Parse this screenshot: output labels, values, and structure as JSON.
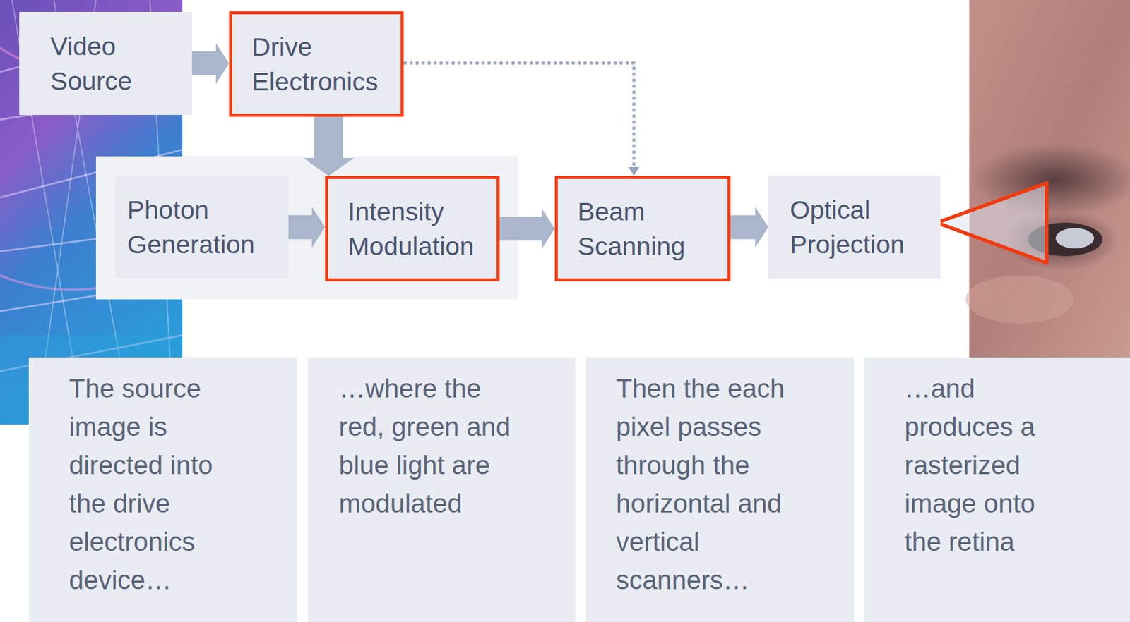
{
  "diagram": {
    "nodes": [
      {
        "text": [
          "Video Source"
        ]
      },
      {
        "text": [
          "Drive Electronics"
        ]
      },
      {
        "text": [
          "Photon Generation"
        ]
      },
      {
        "text": [
          "Intensity Modulation"
        ]
      },
      {
        "text": [
          "Beam Scanning"
        ]
      },
      {
        "text": [
          "Optical Projection"
        ]
      },
      {
        "text": [
          "The source image is directed into the drive electronics device…"
        ]
      },
      {
        "text": [
          "…where the red, green and blue light are modulated"
        ]
      },
      {
        "text": [
          "Then the each pixel passes through the horizontal and vertical scanners…"
        ]
      },
      {
        "text": [
          "…and produces a rasterized image onto the retina"
        ]
      }
    ],
    "edges": [
      {
        "from": 0,
        "to": 1,
        "arrow": "to"
      },
      {
        "from": 1,
        "to": 3,
        "arrow": "to"
      },
      {
        "from": 1,
        "to": 4,
        "arrow": "to"
      },
      {
        "from": 2,
        "to": 3,
        "arrow": "to"
      },
      {
        "from": 3,
        "to": 4,
        "arrow": "to"
      },
      {
        "from": 4,
        "to": 5,
        "arrow": "to"
      }
    ]
  }
}
